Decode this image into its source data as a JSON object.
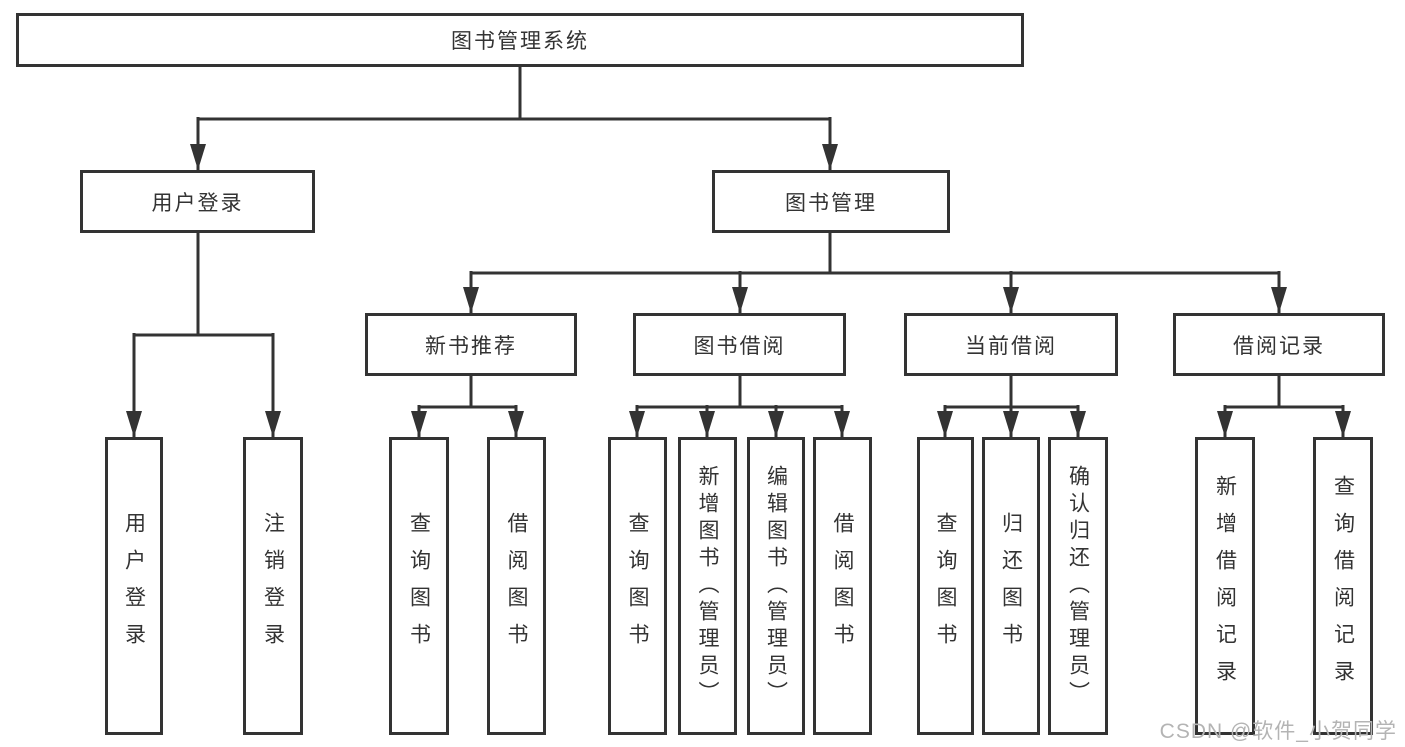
{
  "diagram": {
    "title": "图书管理系统",
    "root": "图书管理系统",
    "level2": [
      "用户登录",
      "图书管理"
    ],
    "level3": [
      "新书推荐",
      "图书借阅",
      "当前借阅",
      "借阅记录"
    ],
    "level4": {
      "user_login": [
        "用户登录",
        "注销登录"
      ],
      "new_book": [
        "查询图书",
        "借阅图书"
      ],
      "book_borrow": [
        "查询图书",
        "新增图书（管理员）",
        "编辑图书（管理员）",
        "借阅图书"
      ],
      "current_borrow": [
        "查询图书",
        "归还图书",
        "确认归还（管理员）"
      ],
      "borrow_records": [
        "新增借阅记录",
        "查询借阅记录"
      ]
    },
    "colors": {
      "line": "#333333",
      "box_border": "#333333",
      "box_fill": "#ffffff",
      "text": "#333333",
      "watermark": "#b4b4b4",
      "background": "#ffffff"
    }
  },
  "watermark": {
    "text": "CSDN @软件_小贺同学"
  }
}
